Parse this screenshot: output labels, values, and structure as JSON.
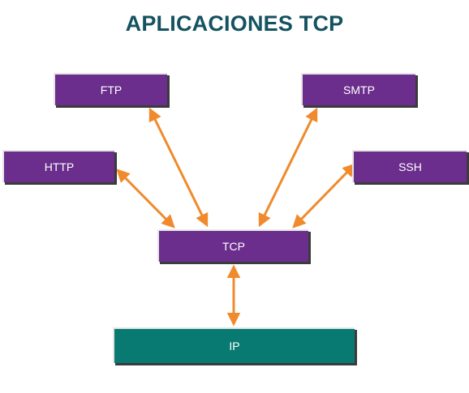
{
  "title": "APLICACIONES TCP",
  "nodes": {
    "ftp": "FTP",
    "smtp": "SMTP",
    "http": "HTTP",
    "ssh": "SSH",
    "tcp": "TCP",
    "ip": "IP"
  },
  "colors": {
    "title": "#14525f",
    "app_box": "#6b2e8c",
    "ip_box": "#087a72",
    "arrow": "#f08a2c"
  }
}
